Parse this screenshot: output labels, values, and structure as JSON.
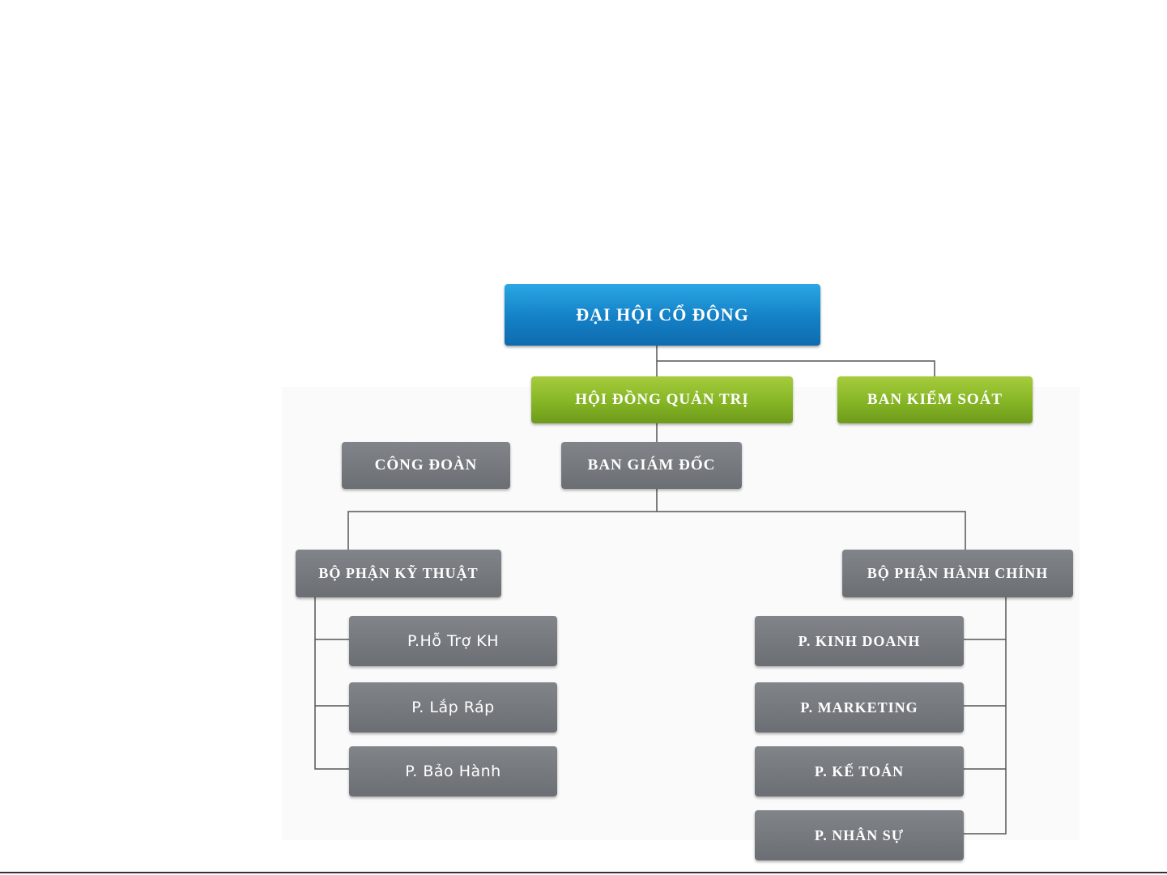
{
  "org_chart": {
    "shareholders": "ĐẠI HỘI CỔ ĐÔNG",
    "board": "HỘI ĐỒNG QUẢN TRỊ",
    "supervisory": "BAN KIỂM SOÁT",
    "union": "CÔNG ĐOÀN",
    "directors": "BAN GIÁM ĐỐC",
    "technical": {
      "label": "BỘ PHẬN KỸ THUẬT",
      "children": [
        "P.Hỗ Trợ KH",
        "P. Lắp Ráp",
        "P. Bảo Hành"
      ]
    },
    "admin": {
      "label": "BỘ PHẬN HÀNH CHÍNH",
      "children": [
        "P. KINH DOANH",
        "P. MARKETING",
        "P. KẾ TOÁN",
        "P. NHÂN SỰ"
      ]
    }
  },
  "colors": {
    "top": "#1a8fd2",
    "green": "#86b526",
    "gray": "#75797e",
    "connector": "#555555"
  }
}
